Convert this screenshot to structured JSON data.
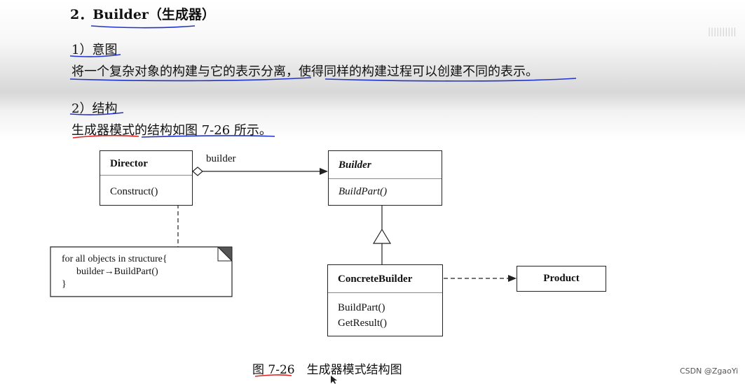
{
  "heading": "2．Builder（生成器）",
  "section1": {
    "title": "1）意图",
    "body": "将一个复杂对象的构建与它的表示分离，使得同样的构建过程可以创建不同的表示。"
  },
  "section2": {
    "title": "2）结构",
    "body": "生成器模式的结构如图 7-26 所示。"
  },
  "diagram": {
    "director": {
      "name": "Director",
      "operation": "Construct()"
    },
    "builder": {
      "name": "Builder",
      "operation": "BuildPart()"
    },
    "concrete_builder": {
      "name": "ConcreteBuilder",
      "operations": [
        "BuildPart()",
        "GetResult()"
      ]
    },
    "product": {
      "name": "Product"
    },
    "aggregation_label": "builder",
    "note": {
      "line1": "for all objects in structure{",
      "line2": "      builder→BuildPart()",
      "line3": "}"
    }
  },
  "caption": "图 7-26　生成器模式结构图",
  "watermark": "CSDN @ZgaoYi",
  "colors": {
    "underline_blue": "#2233cc",
    "underline_red": "#dd2222"
  }
}
